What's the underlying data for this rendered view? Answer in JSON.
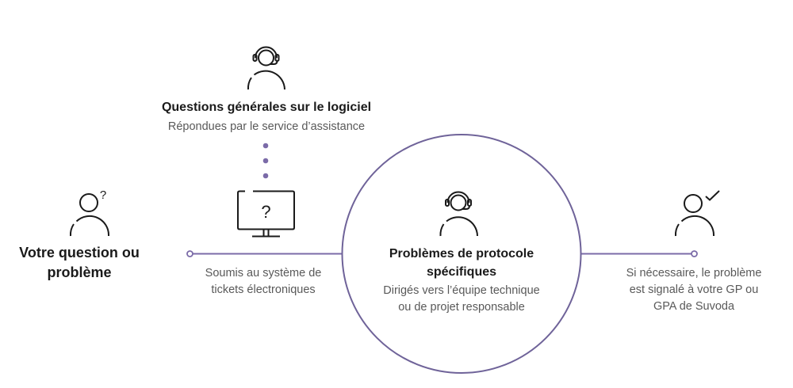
{
  "colors": {
    "accent": "#7b6ba8",
    "icon_stroke": "#1a1a1a",
    "title_text": "#1a1a1a",
    "body_text": "#595959",
    "background": "#ffffff"
  },
  "nodes": {
    "start": {
      "icon": "person-question-icon",
      "title_lines": [
        "Votre question ou",
        "problème"
      ]
    },
    "general": {
      "icon": "support-agent-headset-icon",
      "title": "Questions générales sur le logiciel",
      "subtitle": "Répondues par le service d’assistance"
    },
    "ticket": {
      "icon": "monitor-question-icon",
      "subtitle_lines": [
        "Soumis au système de",
        "tickets électroniques"
      ]
    },
    "protocol": {
      "icon": "support-agent-headset-icon",
      "title_lines": [
        "Problèmes de protocole",
        "spécifiques"
      ],
      "subtitle_lines": [
        "Dirigés vers l’équipe technique",
        "ou de projet responsable"
      ]
    },
    "escalation": {
      "icon": "person-check-icon",
      "subtitle_lines": [
        "Si nécessaire, le problème",
        "est signalé à votre GP ou",
        "GPA de Suvoda"
      ]
    }
  },
  "icons": {
    "question_mark": "?"
  }
}
